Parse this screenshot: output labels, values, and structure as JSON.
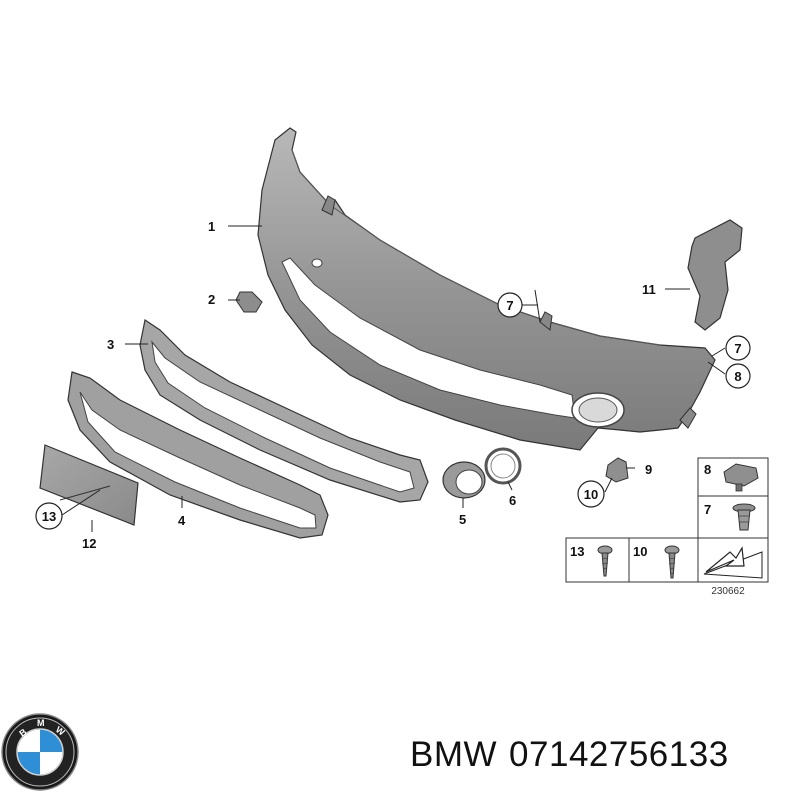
{
  "callouts": {
    "c1": "1",
    "c2": "2",
    "c3": "3",
    "c4": "4",
    "c5": "5",
    "c6": "6",
    "c7a": "7",
    "c7b": "7",
    "c8": "8",
    "c9": "9",
    "c10": "10",
    "c11": "11",
    "c12": "12",
    "c13": "13"
  },
  "legend": {
    "box8": "8",
    "box7": "7",
    "box13": "13",
    "box10": "10"
  },
  "diagram_number": "230662",
  "caption": {
    "brand": "BMW",
    "part_number": "07142756133"
  },
  "colors": {
    "part_fill": "#9a9a9a",
    "part_dark": "#6f6f6f",
    "line": "#222222",
    "logo_blue": "#2f8fd6"
  }
}
